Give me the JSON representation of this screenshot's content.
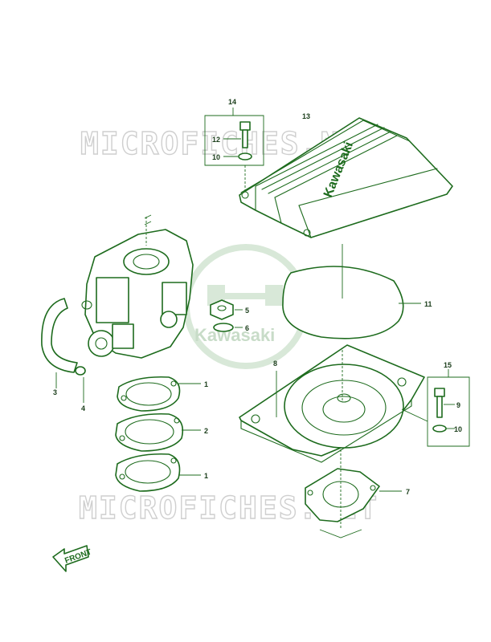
{
  "watermark": {
    "text_top": "MICROFICHES.NET",
    "text_bottom": "MICROFICHES.NET",
    "logo_text": "Kawasaki"
  },
  "cover": {
    "brand_text": "Kawasaki"
  },
  "front_label": "FRONT",
  "callouts": [
    "1",
    "1",
    "2",
    "3",
    "4",
    "5",
    "6",
    "7",
    "8",
    "9",
    "10",
    "10",
    "11",
    "12",
    "13",
    "14",
    "15"
  ],
  "colors": {
    "line": "#1d6b1d",
    "watermark": "#cfcfcf",
    "background": "#ffffff"
  }
}
